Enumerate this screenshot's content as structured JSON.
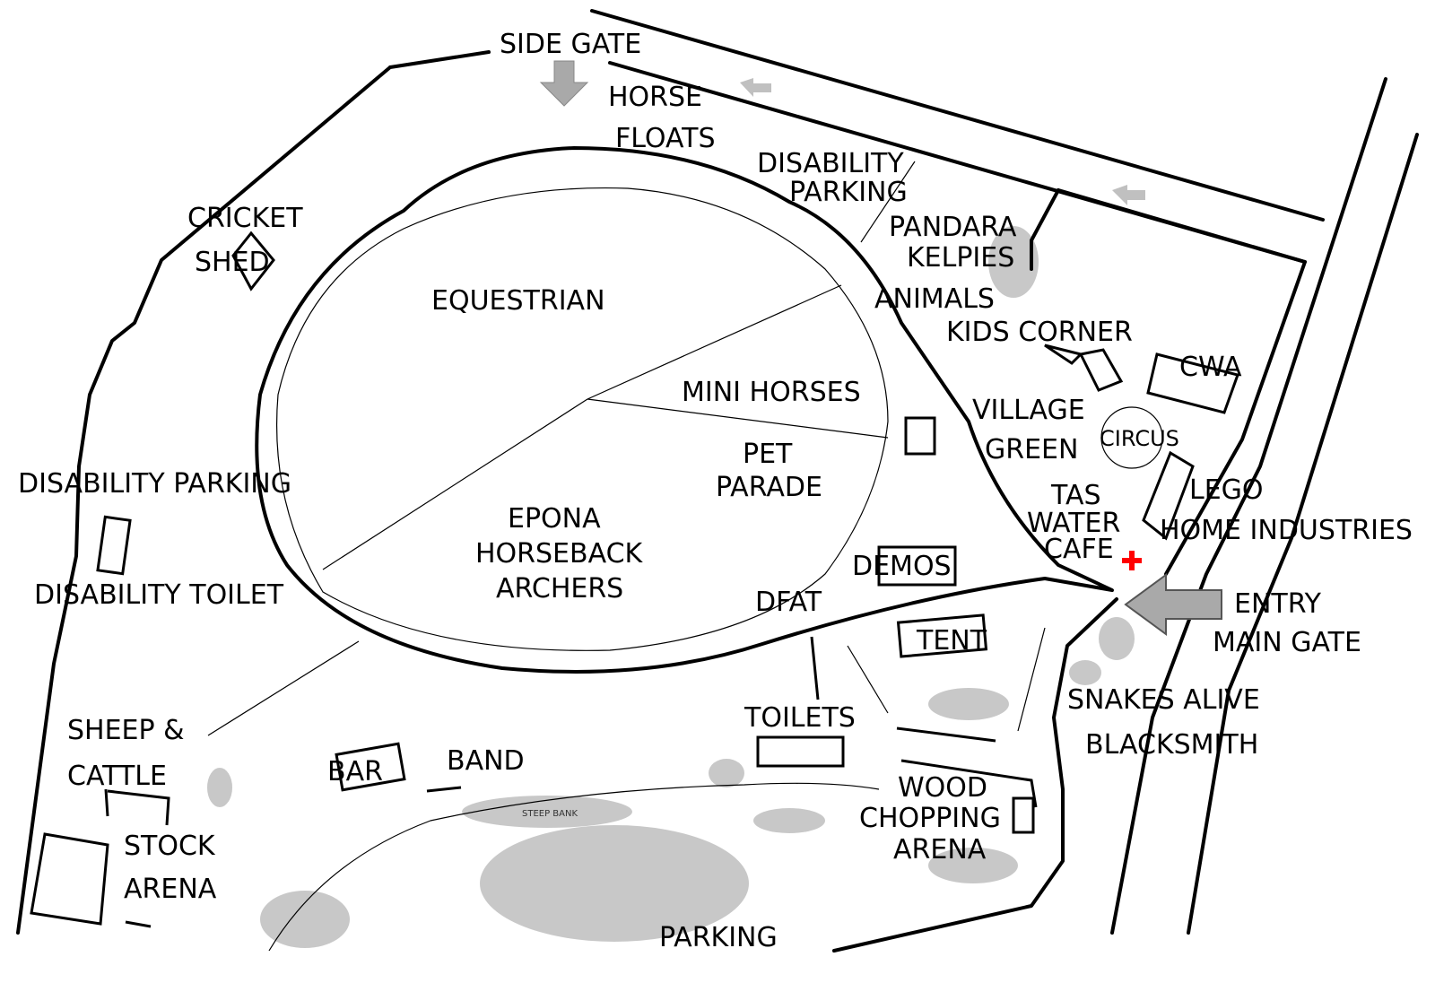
{
  "labels": {
    "side_gate": "SIDE GATE",
    "horse_floats": [
      "HORSE",
      "FLOATS"
    ],
    "disability_parking_top": [
      "DISABILITY",
      "PARKING"
    ],
    "cricket_shed": [
      "CRICKET",
      "SHED"
    ],
    "equestrian": "EQUESTRIAN",
    "pandara_kelpies": [
      "PANDARA",
      "KELPIES"
    ],
    "animals": "ANIMALS",
    "kids_corner": "KIDS CORNER",
    "cwa": "CWA",
    "mini_horses": "MINI HORSES",
    "village_green": [
      "VILLAGE",
      "GREEN"
    ],
    "circus": "CIRCUS",
    "disability_parking_left": "DISABILITY PARKING",
    "pet_parade": [
      "PET",
      "PARADE"
    ],
    "lego": "LEGO",
    "epona": [
      "EPONA",
      "HORSEBACK",
      "ARCHERS"
    ],
    "tas_water_cafe": [
      "TAS",
      "WATER",
      "CAFE"
    ],
    "home_industries": "HOME INDUSTRIES",
    "demos": "DEMOS",
    "disability_toilet": "DISABILITY TOILET",
    "dfat": "DFAT",
    "entry_main_gate": [
      "ENTRY",
      "MAIN GATE"
    ],
    "tent": "TENT",
    "snakes_alive": "SNAKES ALIVE",
    "blacksmith": "BLACKSMITH",
    "toilets": "TOILETS",
    "sheep_cattle": [
      "SHEEP &",
      "CATTLE"
    ],
    "bar": "BAR",
    "band": "BAND",
    "wood_chopping": [
      "WOOD",
      "CHOPPING",
      "ARENA"
    ],
    "steep_bank": "STEEP BANK",
    "stock_arena": [
      "STOCK",
      "ARENA"
    ],
    "parking": "PARKING"
  },
  "colors": {
    "first_aid": "#ff0000",
    "gate_arrow": "#a9a9a9",
    "ink": "#000000"
  },
  "icons": [
    "arrow-down-icon",
    "arrow-left-icon",
    "first-aid-cross-icon"
  ]
}
